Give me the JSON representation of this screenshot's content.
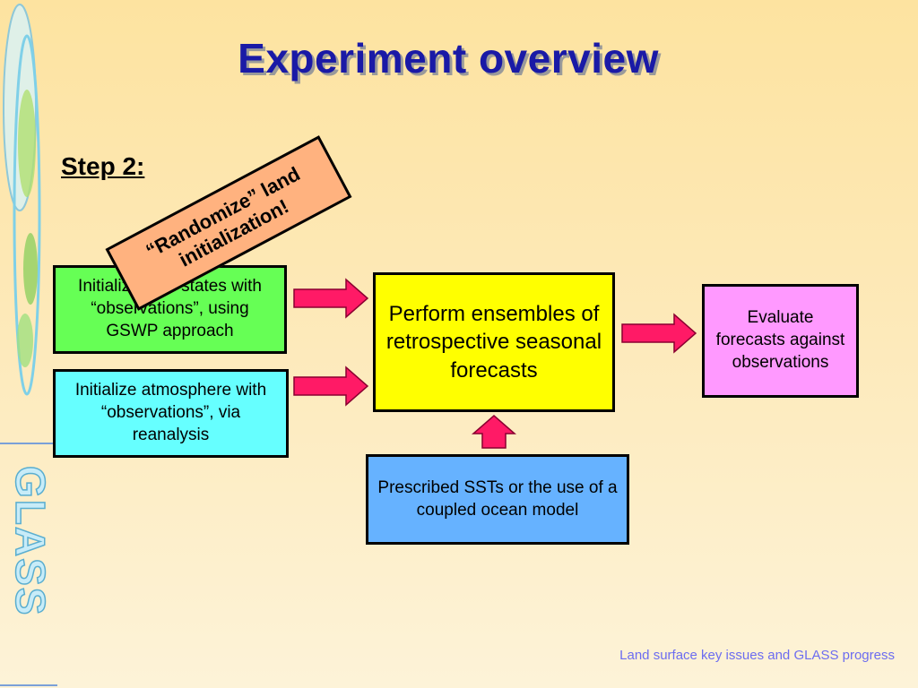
{
  "slide": {
    "title": "Experiment overview",
    "step_label": "Step 2:",
    "callout": "“Randomize” land initialization!",
    "footer": "Land surface key issues and GLASS progress"
  },
  "logo": {
    "text": "GLASS"
  },
  "boxes": {
    "land_init": "Initialize land states with “observations”, using GSWP approach",
    "atmo_init": "Initialize atmosphere with “observations”, via reanalysis",
    "ensembles": "Perform ensembles of retrospective seasonal forecasts",
    "evaluate": "Evaluate forecasts against observations",
    "sst": "Prescribed SSTs or the use of a coupled ocean model"
  },
  "colors": {
    "title": "#1a1aa6",
    "land_box": "#66ff55",
    "atmo_box": "#66ffff",
    "ensemble_box": "#ffff00",
    "evaluate_box": "#ff99ff",
    "sst_box": "#66b2ff",
    "callout": "#ffb27f",
    "arrow": "#ff1a66"
  }
}
